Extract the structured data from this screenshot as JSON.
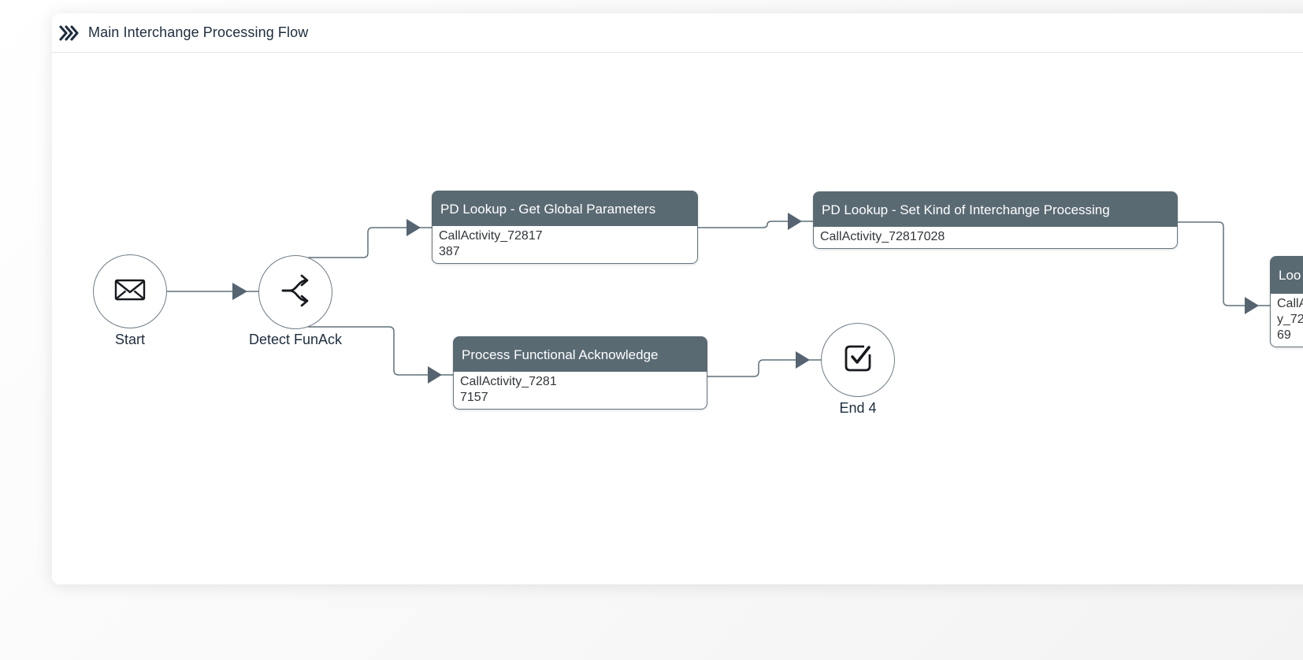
{
  "header": {
    "title": "Main Interchange Processing Flow",
    "icon": "triple-chevron-icon"
  },
  "colors": {
    "task_header_bg": "#5a6a73",
    "task_border": "#64747e",
    "connector": "#5f707a",
    "arrowhead": "#566471",
    "circle_stroke": "#6e7d87",
    "icon_stroke": "#16191d",
    "label_text": "#1d2d3e",
    "body_text": "#32363a",
    "title_text": "#1d2d3e",
    "panel_bg": "#ffffff"
  },
  "flow": {
    "nodes": {
      "start": {
        "type": "start-event",
        "label": "Start",
        "icon": "envelope-icon"
      },
      "detect_funack": {
        "type": "branching-gateway",
        "label": "Detect FunAck",
        "icon": "branch-icon"
      },
      "pd_lookup_get": {
        "type": "task",
        "title": "PD Lookup - Get Global Parameters",
        "body_lines": [
          "CallActivity_72817",
          "387"
        ]
      },
      "pd_lookup_set": {
        "type": "task",
        "title": "PD Lookup - Set Kind of Interchange Processing",
        "body_lines": [
          "CallActivity_72817028"
        ]
      },
      "process_funack": {
        "type": "task",
        "title": "Process Functional Acknowledge",
        "body_lines": [
          "CallActivity_7281",
          "7157"
        ]
      },
      "end4": {
        "type": "end-event",
        "label": "End 4",
        "icon": "check-square-icon"
      },
      "lookup_partial": {
        "type": "task",
        "title": "Loo",
        "body_lines": [
          "CallA",
          "y_72",
          "69"
        ]
      }
    },
    "edges": [
      {
        "from": "start",
        "to": "detect_funack"
      },
      {
        "from": "detect_funack",
        "to": "pd_lookup_get"
      },
      {
        "from": "detect_funack",
        "to": "process_funack"
      },
      {
        "from": "pd_lookup_get",
        "to": "pd_lookup_set"
      },
      {
        "from": "pd_lookup_set",
        "to": "lookup_partial"
      },
      {
        "from": "process_funack",
        "to": "end4"
      }
    ]
  }
}
